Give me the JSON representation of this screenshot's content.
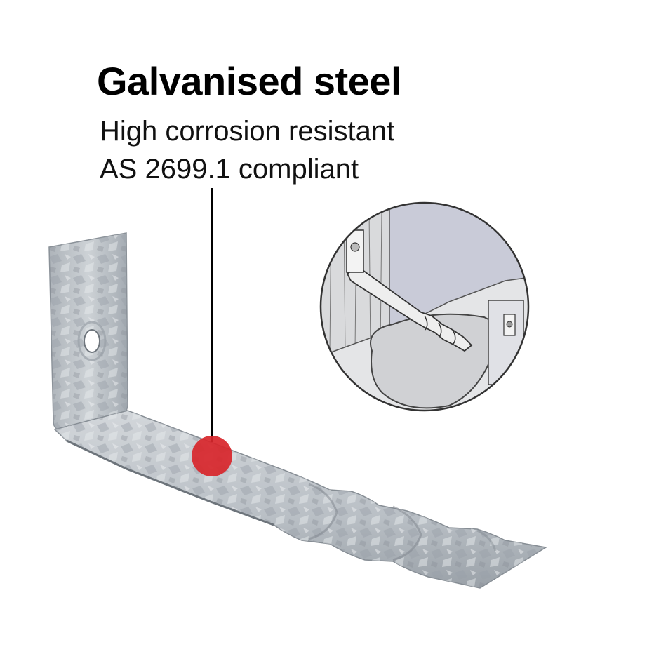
{
  "headline": "Galvanised steel",
  "features": [
    "High corrosion resistant",
    "AS 2699.1 compliant"
  ],
  "colors": {
    "marker": "#d8262b",
    "leader_line": "#000000",
    "steel_light": "#c9ced3",
    "steel_dark": "#8e959c",
    "text": "#000000"
  }
}
